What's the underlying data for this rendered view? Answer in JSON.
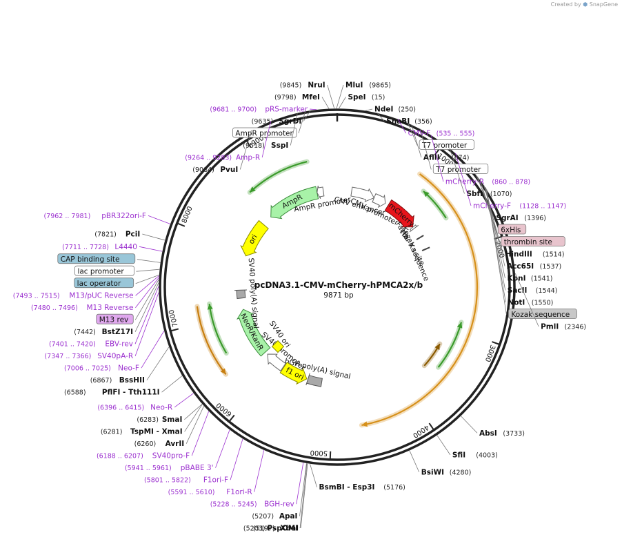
{
  "brand": {
    "created_by": "Created by",
    "app": "SnapGene"
  },
  "plasmid": {
    "name": "pcDNA3.1-CMV-mCherry-hPMCA2x/b",
    "length_label": "9871 bp",
    "length": 9871
  },
  "ring_ticks": [
    {
      "bp": 1000,
      "label": "1000"
    },
    {
      "bp": 2000,
      "label": "2000"
    },
    {
      "bp": 3000,
      "label": "3000"
    },
    {
      "bp": 4000,
      "label": "4000"
    },
    {
      "bp": 5000,
      "label": "5000"
    },
    {
      "bp": 6000,
      "label": "6000"
    },
    {
      "bp": 7000,
      "label": "7000"
    },
    {
      "bp": 8000,
      "label": "8000"
    },
    {
      "bp": 9000,
      "label": "9000"
    }
  ],
  "labels": [
    {
      "kind": "site",
      "name": "NruI",
      "pos": "(9845)",
      "bp": 9845,
      "side": "L"
    },
    {
      "kind": "site",
      "name": "MluI",
      "pos": "(9865)",
      "bp": 9865,
      "side": "R"
    },
    {
      "kind": "site",
      "name": "MfeI",
      "pos": "(9798)",
      "bp": 9798,
      "side": "L"
    },
    {
      "kind": "site",
      "name": "SpeI",
      "pos": "(15)",
      "bp": 15,
      "side": "R"
    },
    {
      "kind": "primer",
      "name": "pRS-marker",
      "pos": "(9681 .. 9700)",
      "bp": 9690,
      "side": "L"
    },
    {
      "kind": "site",
      "name": "NdeI",
      "pos": "(250)",
      "bp": 250,
      "side": "R"
    },
    {
      "kind": "site",
      "name": "SnaBI",
      "pos": "(356)",
      "bp": 356,
      "side": "R"
    },
    {
      "kind": "site",
      "name": "SgrDI",
      "pos": "(9635)",
      "bp": 9635,
      "side": "L"
    },
    {
      "kind": "primer",
      "name": "CMV-F",
      "pos": "(535 .. 555)",
      "bp": 545,
      "side": "R"
    },
    {
      "kind": "box",
      "name": "AmpR promoter",
      "pos": "",
      "bp": 9590,
      "side": "L",
      "fill": "#ffffff"
    },
    {
      "kind": "site",
      "name": "SspI",
      "pos": "(9518)",
      "bp": 9518,
      "side": "L"
    },
    {
      "kind": "box",
      "name": "T7 promoter",
      "pos": "",
      "bp": 640,
      "side": "R",
      "fill": "#ffffff"
    },
    {
      "kind": "site",
      "name": "AflII",
      "pos": "(674)",
      "bp": 674,
      "side": "R"
    },
    {
      "kind": "primer",
      "name": "Amp-R",
      "pos": "(9264 .. 9283)",
      "bp": 9273,
      "side": "L"
    },
    {
      "kind": "box",
      "name": "T7 promoter",
      "pos": "",
      "bp": 760,
      "side": "R",
      "fill": "#ffffff"
    },
    {
      "kind": "site",
      "name": "PvuI",
      "pos": "(9084)",
      "bp": 9084,
      "side": "L"
    },
    {
      "kind": "primer",
      "name": "mCherry-R",
      "pos": "(860 .. 878)",
      "bp": 869,
      "side": "R"
    },
    {
      "kind": "site",
      "name": "SbfI",
      "pos": "(1070)",
      "bp": 1070,
      "side": "R"
    },
    {
      "kind": "primer",
      "name": "mCherry-F",
      "pos": "(1128 .. 1147)",
      "bp": 1137,
      "side": "R"
    },
    {
      "kind": "site",
      "name": "SgrAI",
      "pos": "(1396)",
      "bp": 1396,
      "side": "R"
    },
    {
      "kind": "box",
      "name": "6xHis",
      "pos": "",
      "bp": 1420,
      "side": "R",
      "fill": "#e8c4cd"
    },
    {
      "kind": "box",
      "name": "thrombin site",
      "pos": "",
      "bp": 1460,
      "side": "R",
      "fill": "#e8c4cd"
    },
    {
      "kind": "site",
      "name": "HindIII",
      "pos": "(1514)",
      "bp": 1514,
      "side": "R"
    },
    {
      "kind": "site",
      "name": "Acc65I",
      "pos": "(1537)",
      "bp": 1537,
      "side": "R"
    },
    {
      "kind": "site",
      "name": "KpnI",
      "pos": "(1541)",
      "bp": 1541,
      "side": "R"
    },
    {
      "kind": "site",
      "name": "SacII",
      "pos": "(1544)",
      "bp": 1544,
      "side": "R"
    },
    {
      "kind": "site",
      "name": "NotI",
      "pos": "(1550)",
      "bp": 1550,
      "side": "R"
    },
    {
      "kind": "box",
      "name": "Kozak sequence",
      "pos": "",
      "bp": 1560,
      "side": "R",
      "fill": "#c8c8c8"
    },
    {
      "kind": "site",
      "name": "PmlI",
      "pos": "(2346)",
      "bp": 2346,
      "side": "R"
    },
    {
      "kind": "site",
      "name": "AbsI",
      "pos": "(3733)",
      "bp": 3733,
      "side": "R"
    },
    {
      "kind": "site",
      "name": "SfiI",
      "pos": "(4003)",
      "bp": 4003,
      "side": "R"
    },
    {
      "kind": "site",
      "name": "BsiWI",
      "pos": "(4280)",
      "bp": 4280,
      "side": "R"
    },
    {
      "kind": "site",
      "name": "BsmBI - Esp3I",
      "pos": "(5176)",
      "bp": 5176,
      "side": "R"
    },
    {
      "kind": "site",
      "name": "XbaI",
      "pos": "(5197)",
      "bp": 5197,
      "side": "L"
    },
    {
      "kind": "site",
      "name": "PspOMI",
      "pos": "(5203)",
      "bp": 5203,
      "side": "L"
    },
    {
      "kind": "site",
      "name": "ApaI",
      "pos": "(5207)",
      "bp": 5207,
      "side": "L"
    },
    {
      "kind": "primer",
      "name": "BGH-rev",
      "pos": "(5228 .. 5245)",
      "bp": 5236,
      "side": "L"
    },
    {
      "kind": "primer",
      "name": "F1ori-R",
      "pos": "(5591 .. 5610)",
      "bp": 5600,
      "side": "L"
    },
    {
      "kind": "primer",
      "name": "F1ori-F",
      "pos": "(5801 .. 5822)",
      "bp": 5811,
      "side": "L"
    },
    {
      "kind": "primer",
      "name": "pBABE 3'",
      "pos": "(5941 .. 5961)",
      "bp": 5951,
      "side": "L"
    },
    {
      "kind": "primer",
      "name": "SV40pro-F",
      "pos": "(6188 .. 6207)",
      "bp": 6197,
      "side": "L"
    },
    {
      "kind": "site",
      "name": "AvrII",
      "pos": "(6260)",
      "bp": 6260,
      "side": "L"
    },
    {
      "kind": "site",
      "name": "TspMI - XmaI",
      "pos": "(6281)",
      "bp": 6281,
      "side": "L"
    },
    {
      "kind": "site",
      "name": "SmaI",
      "pos": "(6283)",
      "bp": 6283,
      "side": "L"
    },
    {
      "kind": "primer",
      "name": "Neo-R",
      "pos": "(6396 .. 6415)",
      "bp": 6405,
      "side": "L"
    },
    {
      "kind": "site",
      "name": "PflFI - Tth111I",
      "pos": "(6588)",
      "bp": 6588,
      "side": "L"
    },
    {
      "kind": "site",
      "name": "BssHII",
      "pos": "(6867)",
      "bp": 6867,
      "side": "L"
    },
    {
      "kind": "primer",
      "name": "Neo-F",
      "pos": "(7006 .. 7025)",
      "bp": 7015,
      "side": "L"
    },
    {
      "kind": "primer",
      "name": "SV40pA-R",
      "pos": "(7347 .. 7366)",
      "bp": 7356,
      "side": "L"
    },
    {
      "kind": "primer",
      "name": "EBV-rev",
      "pos": "(7401 .. 7420)",
      "bp": 7410,
      "side": "L"
    },
    {
      "kind": "site",
      "name": "BstZ17I",
      "pos": "(7442)",
      "bp": 7442,
      "side": "L"
    },
    {
      "kind": "box",
      "name": "M13 rev",
      "pos": "",
      "bp": 7470,
      "side": "L",
      "fill": "#e0a8ee"
    },
    {
      "kind": "primer",
      "name": "M13 Reverse",
      "pos": "(7480 .. 7496)",
      "bp": 7488,
      "side": "L"
    },
    {
      "kind": "box",
      "name": "lac operator",
      "pos": "",
      "bp": 7510,
      "side": "L",
      "fill": "#99c6d8"
    },
    {
      "kind": "primer",
      "name": "M13/pUC Reverse",
      "pos": "(7493 .. 7515)",
      "bp": 7504,
      "side": "L"
    },
    {
      "kind": "box",
      "name": "lac promoter",
      "pos": "",
      "bp": 7560,
      "side": "L",
      "fill": "#ffffff"
    },
    {
      "kind": "box",
      "name": "CAP binding site",
      "pos": "",
      "bp": 7620,
      "side": "L",
      "fill": "#99c6d8"
    },
    {
      "kind": "primer",
      "name": "L4440",
      "pos": "(7711 .. 7728)",
      "bp": 7720,
      "side": "L"
    },
    {
      "kind": "site",
      "name": "PciI",
      "pos": "(7821)",
      "bp": 7821,
      "side": "L"
    },
    {
      "kind": "primer",
      "name": "pBR322ori-F",
      "pos": "(7962 .. 7981)",
      "bp": 7971,
      "side": "L"
    }
  ],
  "features": [
    {
      "name": "CMV enhancer",
      "kind": "arrow",
      "start": 235,
      "end": 615,
      "r": 140,
      "w": 13,
      "dir": 1,
      "fill": "#ffffff",
      "stroke": "#666666"
    },
    {
      "name": "CMV promoter",
      "kind": "arrow",
      "start": 616,
      "end": 820,
      "r": 140,
      "w": 13,
      "dir": 1,
      "fill": "#ffffff",
      "stroke": "#666666"
    },
    {
      "name": "mCherry",
      "kind": "arrow",
      "start": 875,
      "end": 1410,
      "r": 140,
      "w": 18,
      "dir": 1,
      "fill": "#e8141b",
      "stroke": "#801010"
    },
    {
      "name": "HA",
      "kind": "box",
      "start": 1415,
      "end": 1445,
      "r": 140,
      "w": 10,
      "dir": 0,
      "fill": "#ffffff",
      "stroke": "#666666"
    },
    {
      "name": "Factor Xa site",
      "kind": "tick",
      "start": 1620,
      "end": 1630,
      "r": 140,
      "w": 10,
      "dir": 0,
      "fill": "#ffffff",
      "stroke": "#444444"
    },
    {
      "name": "Kozak sequence",
      "kind": "tick",
      "start": 1830,
      "end": 1840,
      "r": 140,
      "w": 10,
      "dir": 0,
      "fill": "#ffffff",
      "stroke": "#444444"
    },
    {
      "name": "bGH poly(A) signal",
      "kind": "box",
      "start": 5190,
      "end": 5420,
      "r": 140,
      "w": 12,
      "dir": 0,
      "fill": "#a9a9a9",
      "stroke": "#555555"
    },
    {
      "name": "f1 ori",
      "kind": "arrow",
      "start": 5440,
      "end": 5860,
      "r": 140,
      "w": 18,
      "dir": -1,
      "fill": "#ffff00",
      "stroke": "#8a8a00"
    },
    {
      "name": "SV40 promoter",
      "kind": "arrow",
      "start": 5870,
      "end": 6200,
      "r": 140,
      "w": 13,
      "dir": 1,
      "fill": "#ffffff",
      "stroke": "#666666"
    },
    {
      "name": "SV40 ori",
      "kind": "diamond",
      "start": 6100,
      "end": 6110,
      "r": 100,
      "w": 12,
      "dir": 0,
      "fill": "#ffff00",
      "stroke": "#8a8a00"
    },
    {
      "name": "NeoR/KanR",
      "kind": "arrow",
      "start": 6250,
      "end": 7040,
      "r": 140,
      "w": 18,
      "dir": 1,
      "fill": "#a8f2a8",
      "stroke": "#3a8a3a"
    },
    {
      "name": "SV40 poly(A) signal",
      "kind": "box",
      "start": 7225,
      "end": 7355,
      "r": 140,
      "w": 12,
      "dir": 0,
      "fill": "#a9a9a9",
      "stroke": "#555555"
    },
    {
      "name": "ori",
      "kind": "arrow",
      "start": 7920,
      "end": 8510,
      "r": 140,
      "w": 18,
      "dir": -1,
      "fill": "#ffff00",
      "stroke": "#8a8a00"
    },
    {
      "name": "AmpR",
      "kind": "arrow",
      "start": 8680,
      "end": 9540,
      "r": 140,
      "w": 18,
      "dir": -1,
      "fill": "#a8f2a8",
      "stroke": "#3a8a3a"
    },
    {
      "name": "AmpR promoter",
      "kind": "arrow",
      "start": 9541,
      "end": 9645,
      "r": 140,
      "w": 13,
      "dir": -1,
      "fill": "#ffffff",
      "stroke": "#666666"
    }
  ],
  "inner_arcs": [
    {
      "start": 8700,
      "end": 9500,
      "r": 187,
      "dir": -1,
      "color": "#3a9a2a"
    },
    {
      "start": 1150,
      "end": 1580,
      "r": 187,
      "dir": -1,
      "color": "#3a9a2a"
    },
    {
      "start": 2900,
      "end": 3520,
      "r": 187,
      "dir": -1,
      "color": "#3a9a2a"
    },
    {
      "start": 3260,
      "end": 3620,
      "r": 170,
      "dir": -1,
      "color": "#8a5a00"
    },
    {
      "start": 6560,
      "end": 7200,
      "r": 187,
      "dir": 1,
      "color": "#3a9a2a"
    },
    {
      "start": 6360,
      "end": 7190,
      "r": 205,
      "dir": -1,
      "color": "#c87f10"
    },
    {
      "start": 990,
      "end": 4660,
      "r": 203,
      "dir": 1,
      "color": "#d6901a"
    }
  ]
}
